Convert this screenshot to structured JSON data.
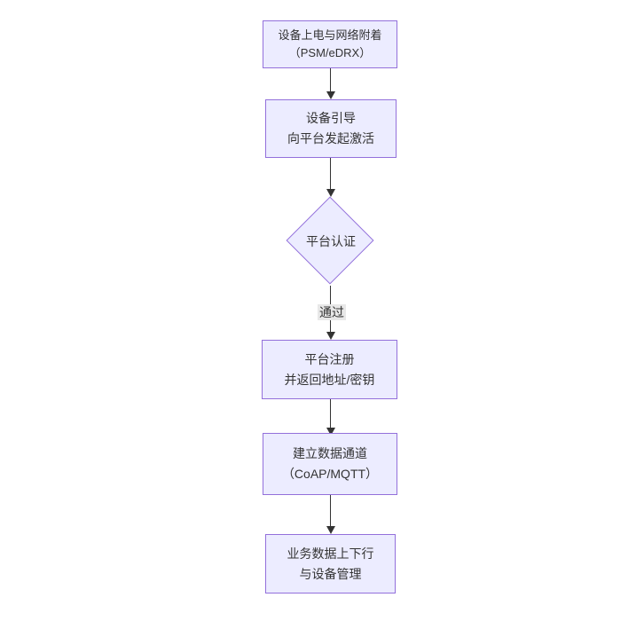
{
  "diagram": {
    "type": "flowchart-top-down",
    "colors": {
      "canvas_bg": "#ffffff",
      "node_fill": "#ececff",
      "node_border": "#9370db",
      "edge_line": "#333333",
      "edge_label_bg": "#e8e8e8",
      "text": "#333333"
    },
    "nodes": [
      {
        "id": "power-network-attach",
        "shape": "rect",
        "lines": [
          "设备上电与网络附着",
          "（PSM/eDRX）"
        ]
      },
      {
        "id": "device-bootstrap",
        "shape": "rect",
        "lines": [
          "设备引导",
          "向平台发起激活"
        ]
      },
      {
        "id": "platform-auth",
        "shape": "diamond",
        "lines": [
          "平台认证"
        ]
      },
      {
        "id": "platform-register",
        "shape": "rect",
        "lines": [
          "平台注册",
          "并返回地址/密钥"
        ]
      },
      {
        "id": "data-channel",
        "shape": "rect",
        "lines": [
          "建立数据通道",
          "（CoAP/MQTT）"
        ]
      },
      {
        "id": "business-data",
        "shape": "rect",
        "lines": [
          "业务数据上下行",
          "与设备管理"
        ]
      }
    ],
    "edges": [
      {
        "from": "power-network-attach",
        "to": "device-bootstrap",
        "label": ""
      },
      {
        "from": "device-bootstrap",
        "to": "platform-auth",
        "label": ""
      },
      {
        "from": "platform-auth",
        "to": "platform-register",
        "label": "通过"
      },
      {
        "from": "platform-register",
        "to": "data-channel",
        "label": ""
      },
      {
        "from": "data-channel",
        "to": "business-data",
        "label": ""
      }
    ]
  }
}
